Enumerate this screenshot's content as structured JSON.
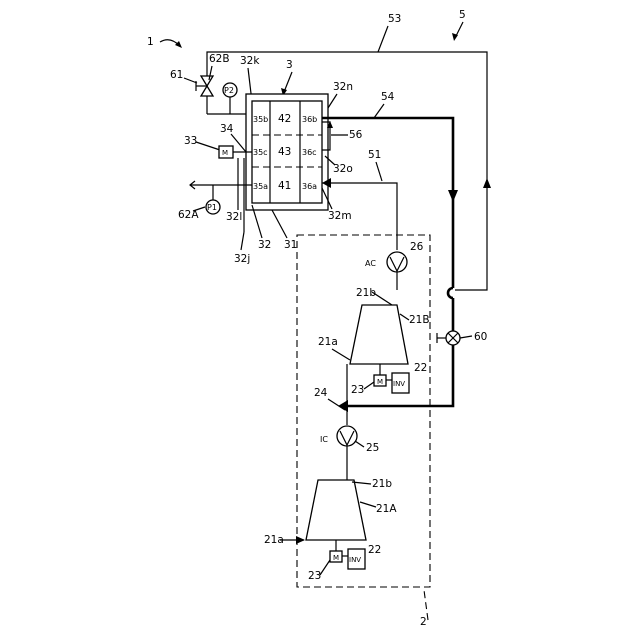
{
  "reference_numerals": {
    "system": "1",
    "unit": "2",
    "heat_exchanger": "3",
    "compressor_first": "21A",
    "compressor_second": "21B",
    "inlet": "21a",
    "outlet": "21b",
    "inverter": "22",
    "inverter_text": "INV",
    "motor": "23",
    "motor_text": "M",
    "line_24": "24",
    "intercooler": "25",
    "aftercooler": "26",
    "hx_part_31": "31",
    "hx_part_32": "32",
    "valve_actuator": "33",
    "motor_valve_stem": "34",
    "chamber_35a": "35a",
    "chamber_35b": "35b",
    "chamber_35c": "35c",
    "chamber_36a": "36a",
    "chamber_36b": "36b",
    "chamber_36c": "36c",
    "core_41": "41",
    "core_42": "42",
    "core_43": "43",
    "port_32j": "32j",
    "port_32k": "32k",
    "port_32l": "32l",
    "port_32m": "32m",
    "port_32n": "32n",
    "port_32o": "32o",
    "circuit_5": "5",
    "line_51": "51",
    "line_53": "53",
    "line_54": "54",
    "line_56": "56",
    "valve_60": "60",
    "valve_61": "61",
    "outlet_62A": "62A",
    "outlet_62B": "62B",
    "sensor_p1": "P1",
    "sensor_p2": "P2",
    "ic_tag": "IC",
    "ac_tag": "AC"
  }
}
